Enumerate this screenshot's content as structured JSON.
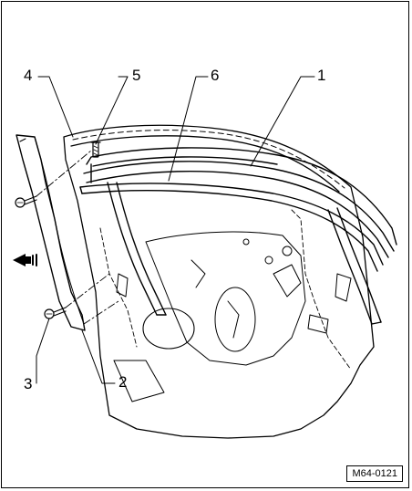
{
  "callouts": {
    "c1": "1",
    "c2": "2",
    "c3": "3",
    "c4": "4",
    "c5": "5",
    "c6": "6"
  },
  "figure_id": "M64-0121",
  "colors": {
    "line": "#000000",
    "background": "#ffffff"
  }
}
